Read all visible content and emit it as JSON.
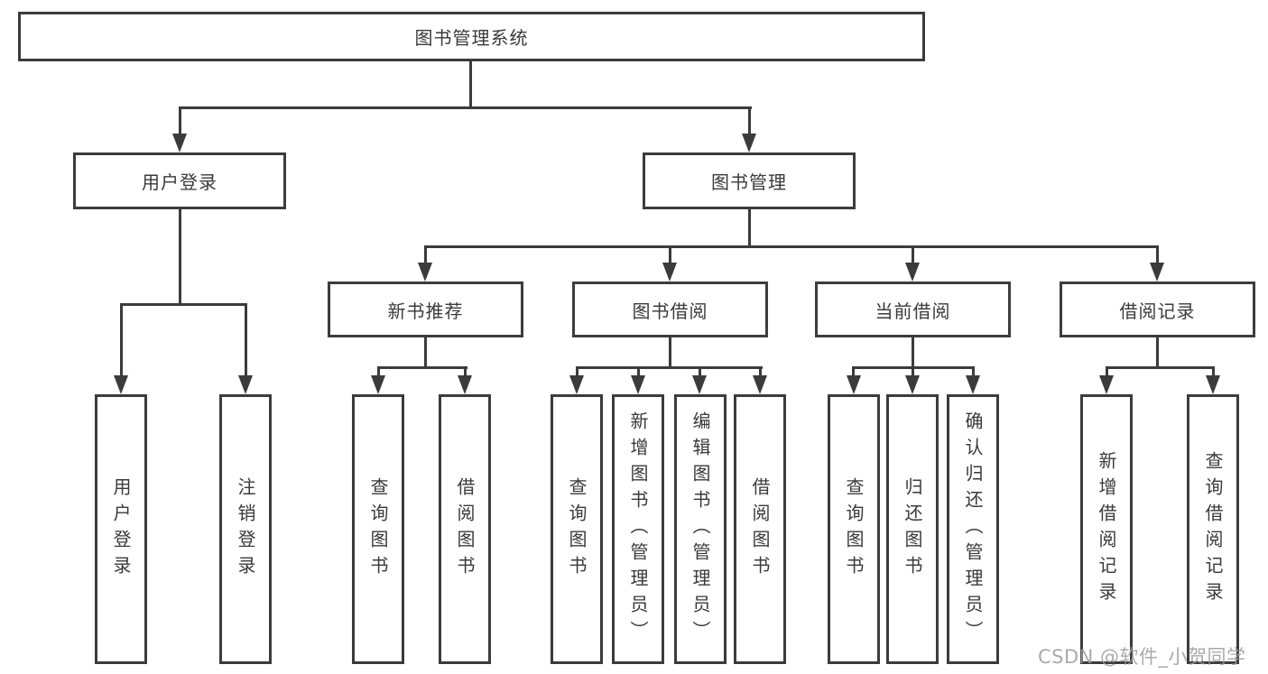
{
  "diagram": {
    "root_label": "图书管理系统",
    "level2": [
      "用户登录",
      "图书管理"
    ],
    "level3": [
      "新书推荐",
      "图书借阅",
      "当前借阅",
      "借阅记录"
    ],
    "leaves": {
      "login": [
        "用户登录",
        "注销登录"
      ],
      "new_books": [
        "查询图书",
        "借阅图书"
      ],
      "book_borrow": [
        "查询图书",
        "新增图书（管理员）",
        "编辑图书（管理员）",
        "借阅图书"
      ],
      "current_borrow": [
        "查询图书",
        "归还图书",
        "确认归还（管理员）"
      ],
      "borrow_records": [
        "新增借阅记录",
        "查询借阅记录"
      ]
    }
  },
  "watermark": "CSDN @软件_小贺同学",
  "colors": {
    "line": "#3b3b3b",
    "border": "#3c3c3c",
    "text": "#3a3a3a",
    "watermark": "#9c9c9c",
    "background": "#ffffff"
  }
}
